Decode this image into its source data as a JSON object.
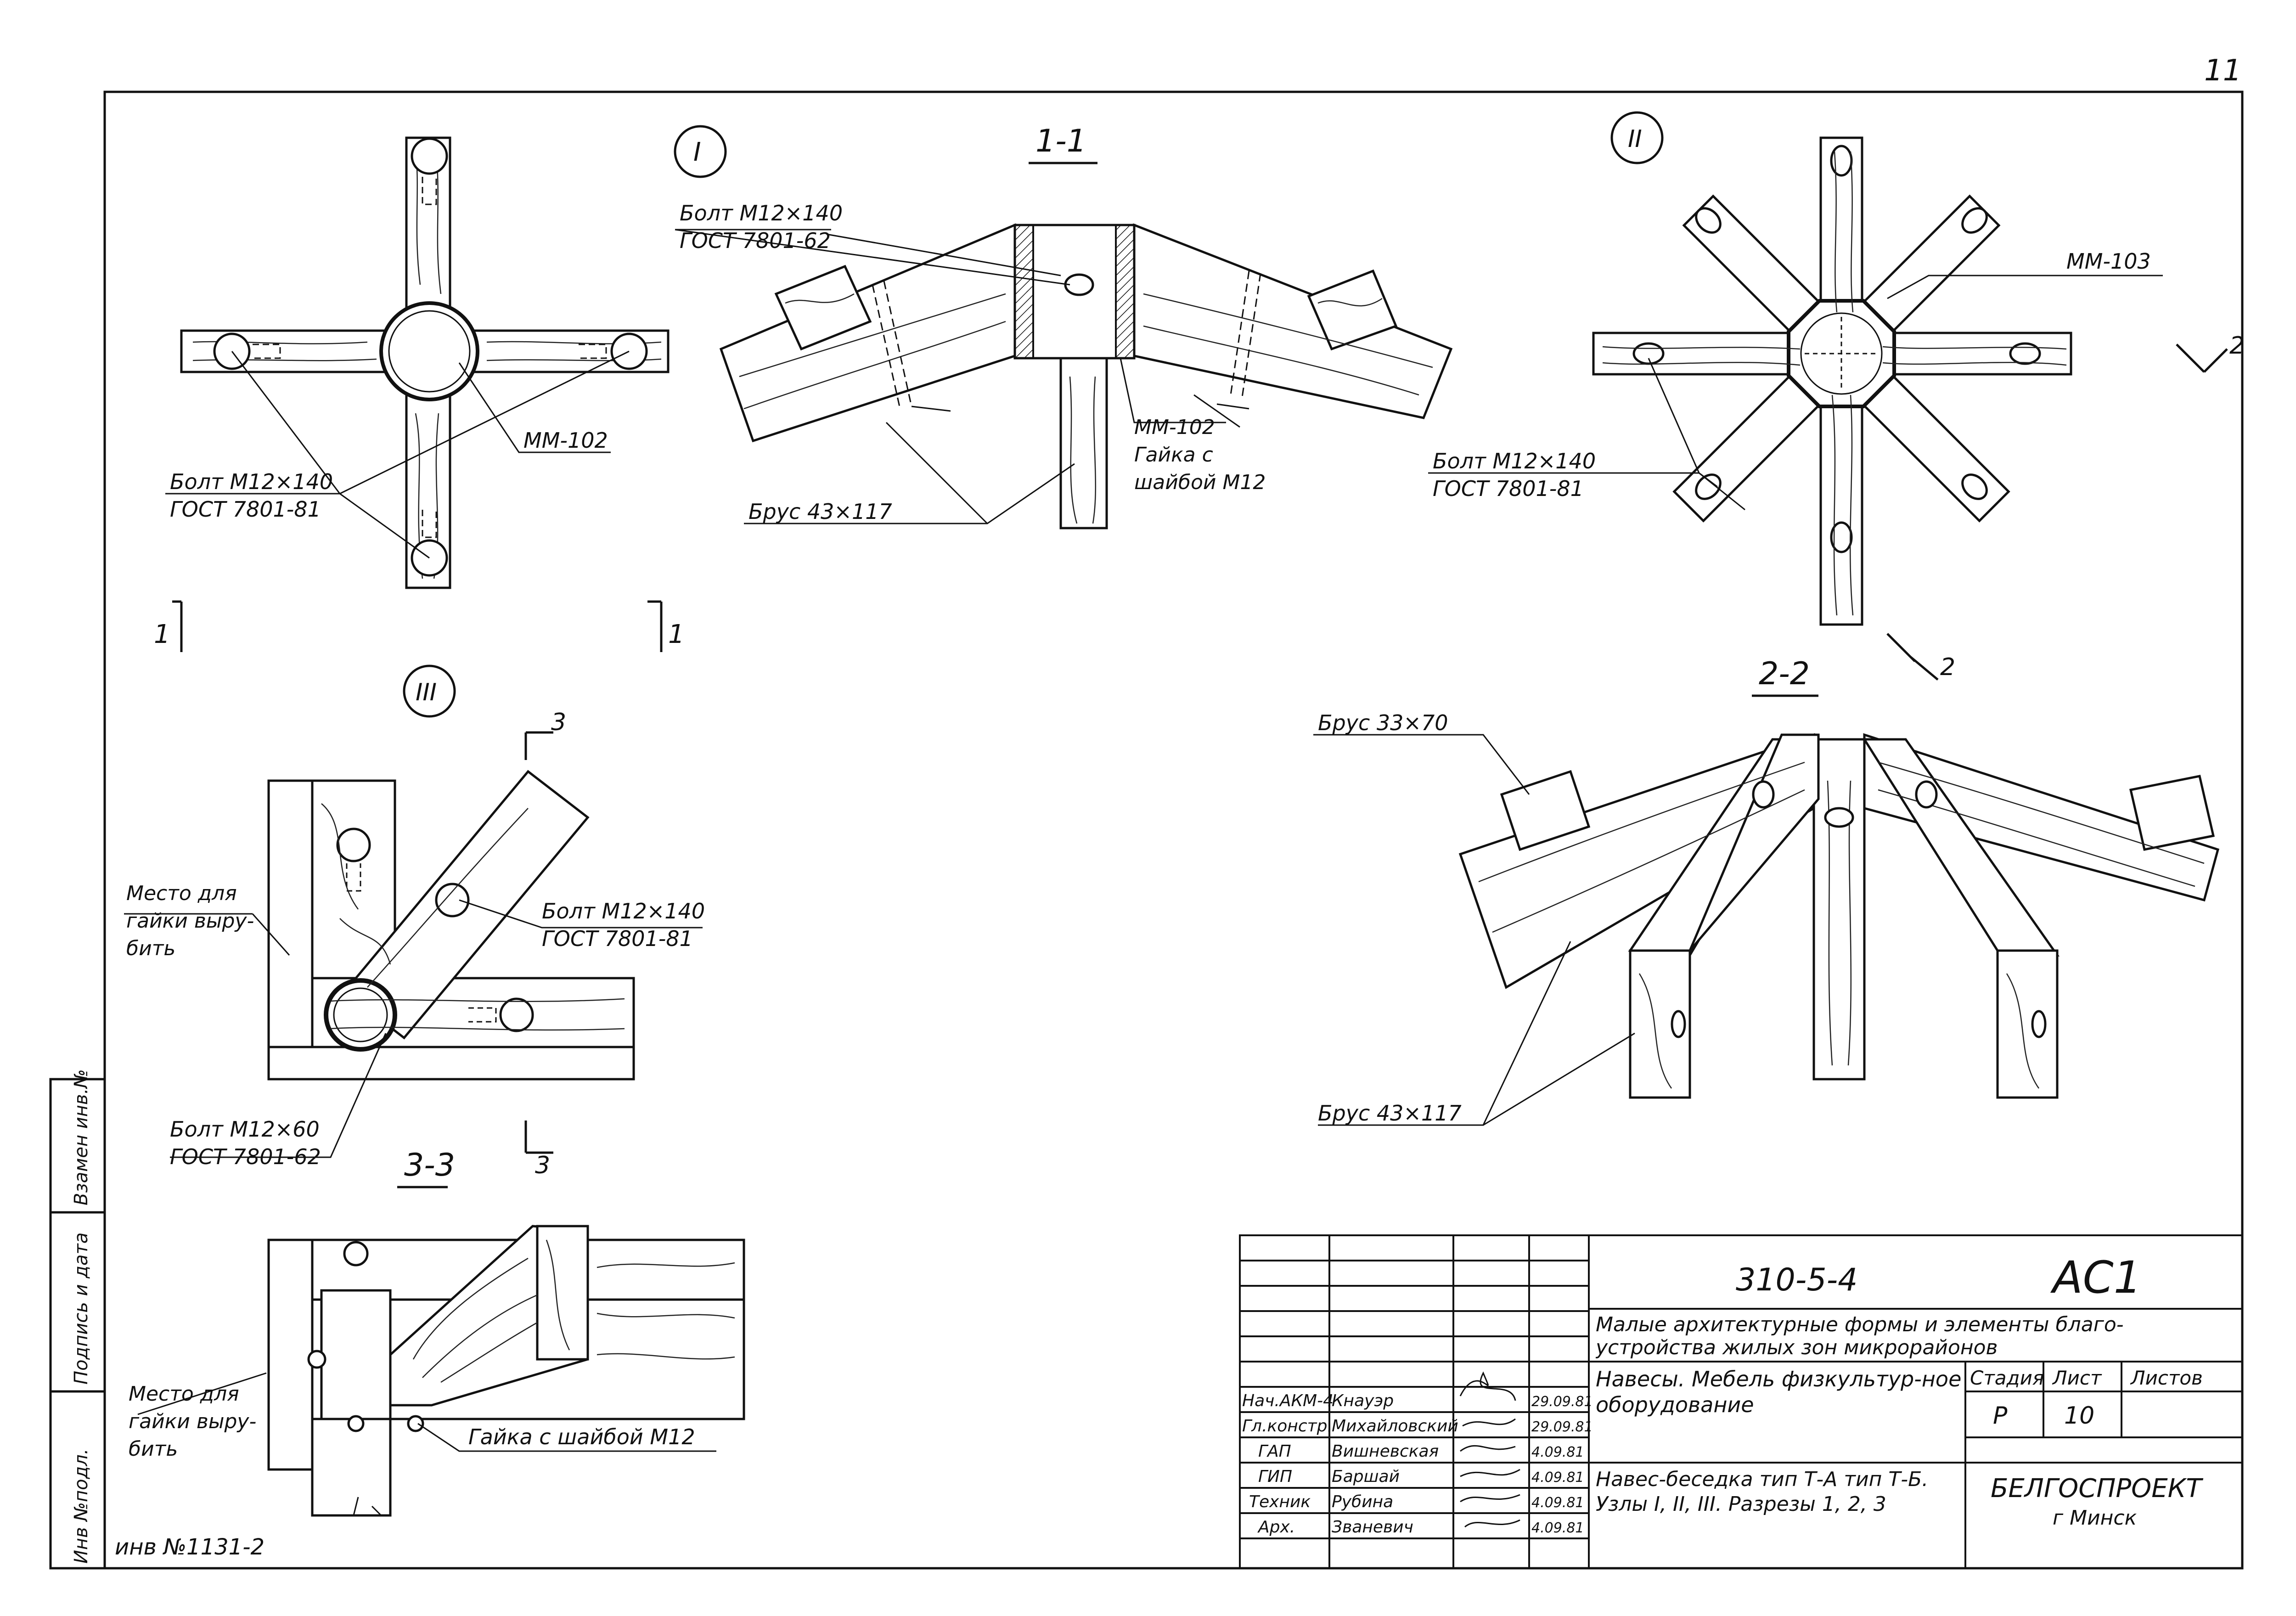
{
  "page_number": "11",
  "drawing_code": "310-5-4",
  "sheet_mark": "АС1",
  "series_title": "Малые архитектурные формы и элементы благо-устройства жилых зон микрорайонов",
  "album_title": "Навесы. Мебель физкультур-ное оборудование",
  "sheet_title": "Навес-беседка тип Т-А тип Т-Б. Узлы I, II, III. Разрезы 1, 2, 3",
  "organization": "БЕЛГОСПРОЕКТ",
  "city": "г Минск",
  "stage_header": "Стадия",
  "sheet_header": "Лист",
  "sheets_header": "Листов",
  "stage": "Р",
  "sheet": "10",
  "inventory_no": "инв №1131-2",
  "side_stamp": [
    "Инв №подл.",
    "Подпись и дата",
    "Взамен инв.№"
  ],
  "signatures": [
    {
      "role": "Нач.АКМ-4",
      "name": "Кнауэр",
      "date": "29.09.81"
    },
    {
      "role": "Гл.констр.",
      "name": "Михайловский",
      "date": "29.09.81"
    },
    {
      "role": "ГАП",
      "name": "Вишневская",
      "date": "4.09.81"
    },
    {
      "role": "ГИП",
      "name": "Баршай",
      "date": "4.09.81"
    },
    {
      "role": "Техник",
      "name": "Рубина",
      "date": "4.09.81"
    },
    {
      "role": "Арх.",
      "name": "Званевич",
      "date": "4.09.81"
    }
  ],
  "nodes": {
    "n1": "I",
    "n2": "II",
    "n3": "III"
  },
  "sections": {
    "s1": "1-1",
    "s2": "2-2",
    "s3": "3-3"
  },
  "cut_marks": {
    "c1": "1",
    "c2": "2",
    "c3": "3"
  },
  "labels": {
    "bolt_140_81": [
      "Болт М12×140",
      "ГОСТ 7801-81"
    ],
    "bolt_140_62": [
      "Болт М12×140",
      "ГОСТ 7801-62"
    ],
    "bolt_60_62": [
      "Болт М12×60",
      "ГОСТ 7801-62"
    ],
    "mm102": "ММ-102",
    "mm103": "ММ-103",
    "nut_washer": [
      "Гайка с",
      "шайбой М12"
    ],
    "nut_washer_line": "Гайка с шайбой М12",
    "beam_43": "Брус 43×117",
    "beam_33": "Брус 33×70",
    "nut_place": [
      "Место для",
      "гайки выру-",
      "бить"
    ]
  }
}
